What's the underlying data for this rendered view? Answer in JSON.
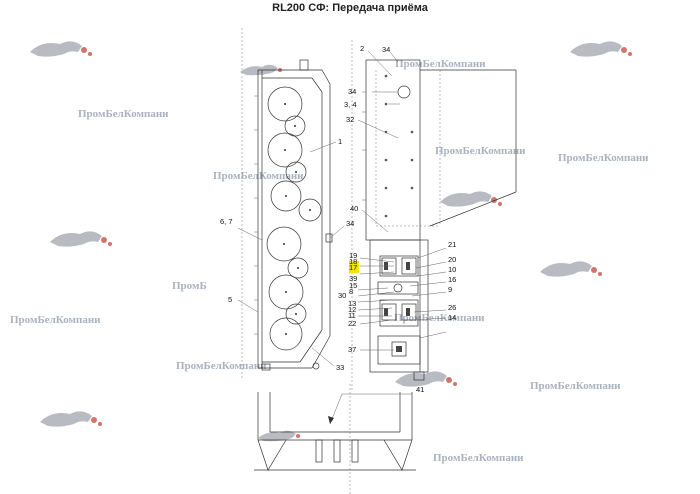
{
  "title": "RL200 СФ: Передача приёма",
  "watermark": {
    "text": "ПромБелКомпани",
    "partial_text": "ПромБ",
    "logo_color": "#c0392b"
  },
  "callouts": {
    "part1": "1",
    "part2": "2",
    "part3_4": "3, 4",
    "part5": "5",
    "part6_7": "6, 7",
    "part8": "8",
    "part9": "9",
    "part10": "10",
    "part11": "11",
    "part12": "12",
    "part13": "13",
    "part14": "14",
    "part15": "15",
    "part16": "16",
    "part17": "17",
    "part18": "18",
    "part19": "19",
    "part20": "20",
    "part21": "21",
    "part22": "22",
    "part26": "26",
    "part30": "30",
    "part32": "32",
    "part33": "33",
    "part34a": "34",
    "part34b": "34",
    "part34c": "34",
    "part37": "37",
    "part39": "39",
    "part40": "40",
    "part41": "41"
  },
  "colors": {
    "line": "#333333",
    "highlight": "#f2e600"
  }
}
